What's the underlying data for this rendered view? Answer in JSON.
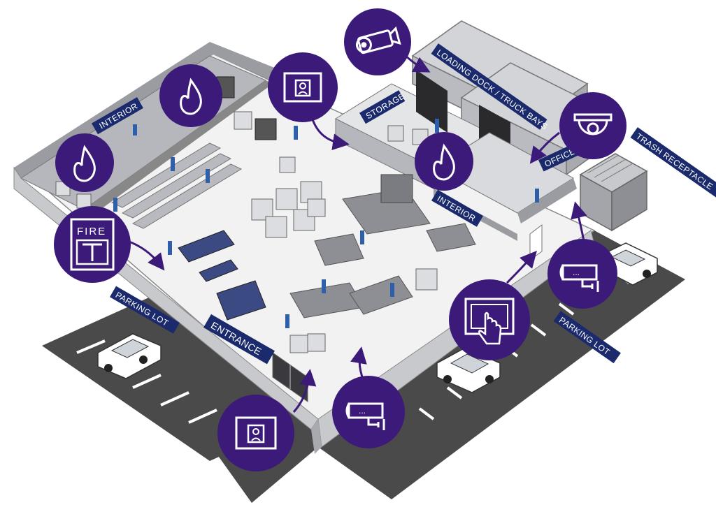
{
  "labels": {
    "interior_left": "INTERIOR",
    "interior_right": "INTERIOR",
    "storage": "STORAGE",
    "loading_dock": "LOADING DOCK / TRUCK BAYS",
    "office": "OFFICE",
    "trash": "TRASH RECEPTACLE",
    "parking_left": "PARKING LOT",
    "parking_right": "PARKING LOT",
    "entrance": "ENTRANCE"
  },
  "icons": {
    "fire_panel_text": "FIRE"
  },
  "colors": {
    "accent_purple": "#3c1a7a",
    "label_navy": "#1a2a6c",
    "parking_asphalt": "#4a4a4a",
    "worker_blue": "#2f5fa8"
  }
}
